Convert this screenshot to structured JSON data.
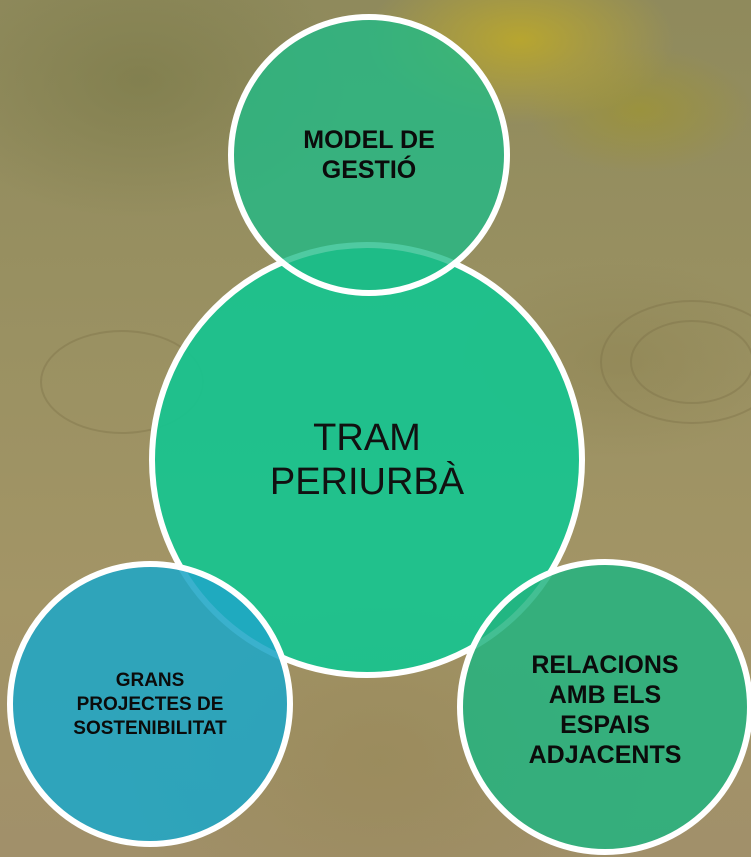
{
  "diagram": {
    "center": {
      "label": "TRAM\nPERIURBÀ",
      "color": "#16c48f"
    },
    "top": {
      "label": "MODEL DE\nGESTIÓ",
      "color": "#1dbb86"
    },
    "bottom_left": {
      "label": "GRANS\nPROJECTES DE\nSOSTENIBILITAT",
      "color": "#1fa6c6"
    },
    "bottom_right": {
      "label": "RELACIONS\nAMB ELS\nESPAIS\nADJACENTS",
      "color": "#22b480"
    },
    "stroke_color": "#ffffff"
  }
}
